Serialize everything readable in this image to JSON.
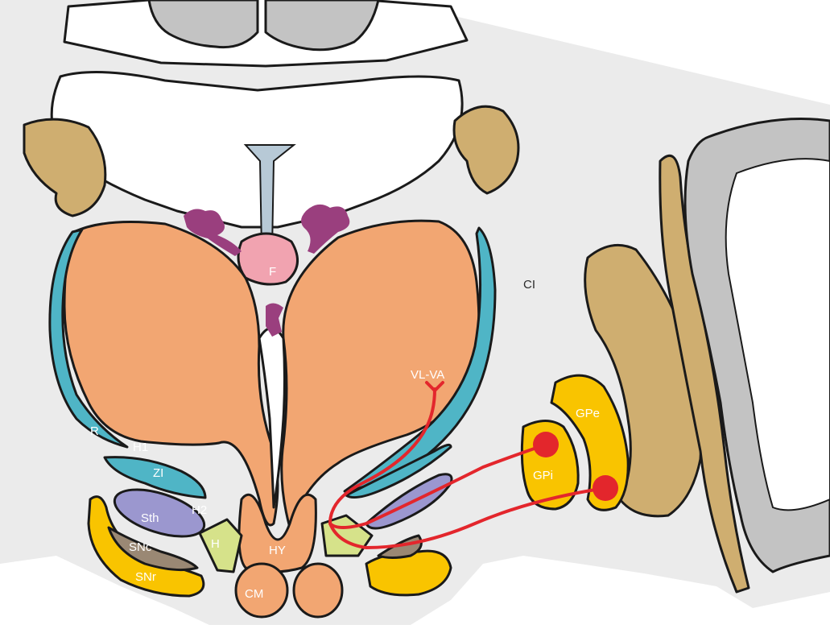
{
  "labels": {
    "R": "R",
    "H1": "H1",
    "ZI": "ZI",
    "H2": "H2",
    "Sth": "Sth",
    "H": "H",
    "SNc": "SNc",
    "SNr": "SNr",
    "CM": "CM",
    "HY": "HY",
    "F": "F",
    "CI": "CI",
    "VL_VA": "VL-VA",
    "GPe": "GPe",
    "GPi": "GPi"
  },
  "colors": {
    "background": "#ebebeb",
    "white_matter": "#ffffff",
    "thalamus": "#f2a672",
    "reticular": "#4fb5c6",
    "caudate_putamen": "#cfae70",
    "globus_pallidus": "#f9c400",
    "subthalamic": "#9b97cf",
    "field_h": "#d6e28a",
    "substantia_nigra_compacta": "#9a8874",
    "fornix": "#f1a3b0",
    "choroid": "#9a3f7e",
    "ventricle": "#b7c9d6",
    "cortex": "#c3c3c3",
    "pathway": "#e3262c",
    "outline": "#1a1a1a"
  }
}
